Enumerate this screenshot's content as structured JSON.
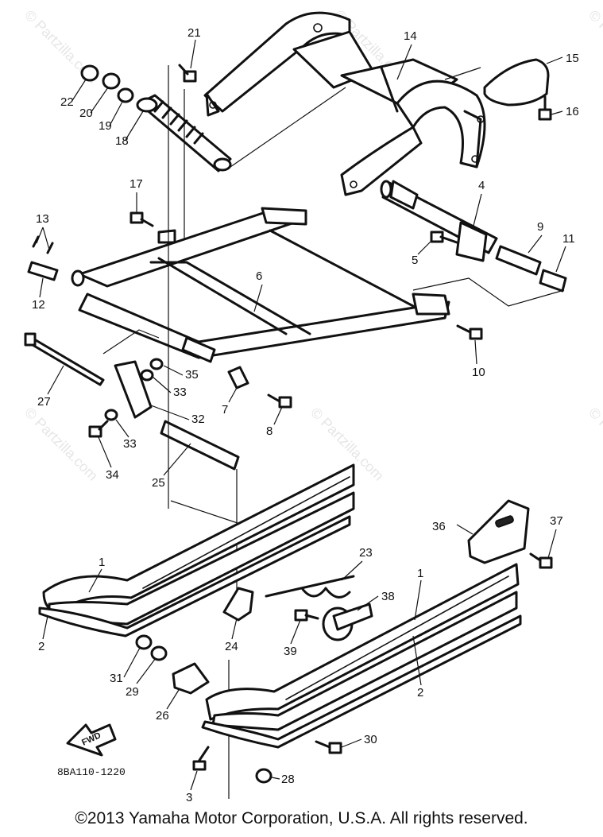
{
  "watermark": "© Partzilla.com",
  "drawing_code": "8BA110-1220",
  "fwd_label": "FWD",
  "copyright": "©2013 Yamaha Motor Corporation, U.S.A. All rights reserved.",
  "callouts": {
    "c1a": "1",
    "c1b": "1",
    "c2a": "2",
    "c2b": "2",
    "c3": "3",
    "c4": "4",
    "c5": "5",
    "c6": "6",
    "c7": "7",
    "c8": "8",
    "c9": "9",
    "c10": "10",
    "c11": "11",
    "c12": "12",
    "c13": "13",
    "c14": "14",
    "c15": "15",
    "c16": "16",
    "c17": "17",
    "c18": "18",
    "c19": "19",
    "c20": "20",
    "c21": "21",
    "c22": "22",
    "c23": "23",
    "c24": "24",
    "c25": "25",
    "c26": "26",
    "c27": "27",
    "c28": "28",
    "c29": "29",
    "c30": "30",
    "c31": "31",
    "c32": "32",
    "c33a": "33",
    "c33b": "33",
    "c34": "34",
    "c35": "35",
    "c36": "36",
    "c37": "37",
    "c38": "38",
    "c39": "39"
  }
}
